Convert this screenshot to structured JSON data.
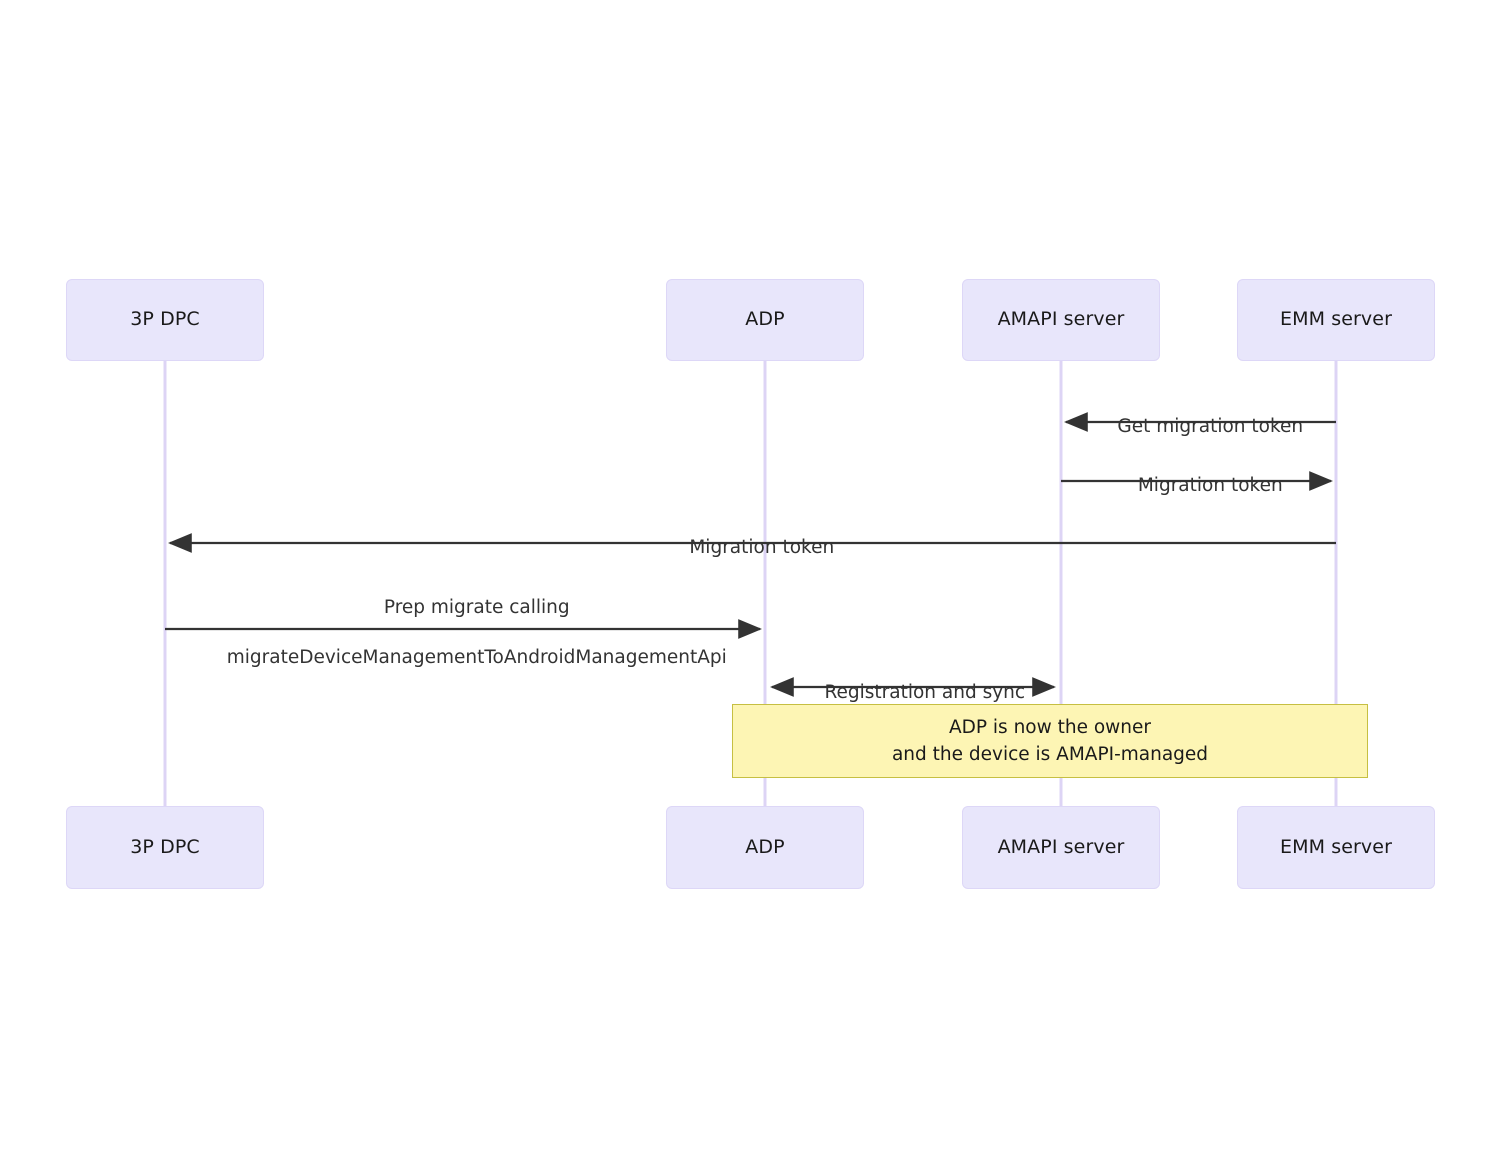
{
  "diagram": {
    "type": "sequence",
    "title": "",
    "background_color": "#ffffff",
    "participant_fill": "#e8e6fb",
    "participant_border": "#ddd7f7",
    "lifeline_color": "#ddd4f5",
    "arrow_color": "#333333",
    "note_fill": "#fdf5b4",
    "note_border": "#c6bf42",
    "participants": [
      {
        "id": "dpc",
        "label": "3P DPC"
      },
      {
        "id": "adp",
        "label": "ADP"
      },
      {
        "id": "amapi",
        "label": "AMAPI server"
      },
      {
        "id": "emm",
        "label": "EMM server"
      }
    ],
    "messages": [
      {
        "id": "m1",
        "label": "Get migration token",
        "from": "emm",
        "to": "amapi",
        "direction": "left"
      },
      {
        "id": "m2",
        "label": "Migration token",
        "from": "amapi",
        "to": "emm",
        "direction": "right"
      },
      {
        "id": "m3",
        "label": "Migration token",
        "from": "emm",
        "to": "dpc",
        "direction": "left"
      },
      {
        "id": "m4",
        "label_line1": "Prep migrate calling",
        "label_line2": "migrateDeviceManagementToAndroidManagementApi",
        "from": "dpc",
        "to": "adp",
        "direction": "right"
      },
      {
        "id": "m5",
        "label": "Registration and sync",
        "from": "adp",
        "to": "amapi",
        "direction": "both"
      }
    ],
    "note": {
      "line1": "ADP is now the owner",
      "line2": "and the device is AMAPI-managed",
      "text": "ADP is now the owner\nand the device is AMAPI-managed"
    }
  }
}
